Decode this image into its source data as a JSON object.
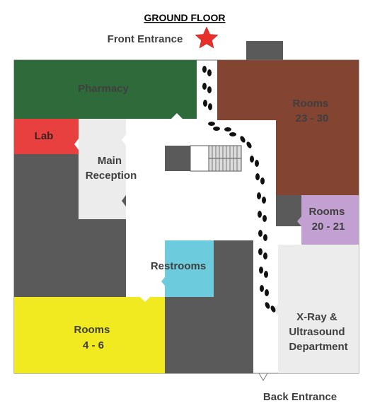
{
  "title": "GROUND FLOOR",
  "entrances": {
    "front": "Front Entrance",
    "back": "Back Entrance"
  },
  "rooms": {
    "pharmacy": "Pharmacy",
    "lab": "Lab",
    "main_reception": [
      "Main",
      "Reception"
    ],
    "rooms_23_30": [
      "Rooms",
      "23 - 30"
    ],
    "rooms_20_21": [
      "Rooms",
      "20 - 21"
    ],
    "restrooms": "Restrooms",
    "rooms_4_6": [
      "Rooms",
      "4 - 6"
    ],
    "xray": [
      "X-Ray &",
      "Ultrasound",
      "Department"
    ]
  },
  "colors": {
    "pharmacy": "#2f6b3a",
    "lab": "#e8403f",
    "rooms_23_30": "#834432",
    "rooms_20_21": "#c2a1d2",
    "restrooms": "#6ccbdc",
    "rooms_4_6": "#f1ea21",
    "xray": "#ececec",
    "reception": "#ececec",
    "dark": "#5a5a5a",
    "star": "#e8302a"
  },
  "icons": {
    "front_marker": "star-icon",
    "path": "footprints-icon",
    "stairs": "stairs-icon"
  }
}
